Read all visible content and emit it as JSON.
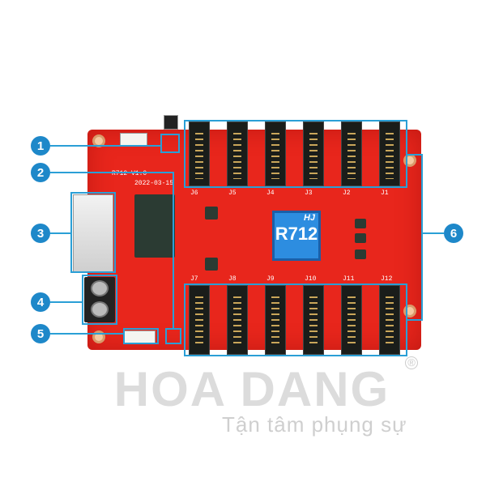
{
  "board": {
    "model_silk": "R712 V1.0",
    "date_silk": "2022-03-15",
    "chip_brand": "HJ",
    "chip_label": "R712",
    "top_connectors": [
      "J6",
      "J5",
      "J4",
      "J3",
      "J2",
      "J1"
    ],
    "bottom_connectors": [
      "J7",
      "J8",
      "J9",
      "J10",
      "J11",
      "J12"
    ]
  },
  "callouts": [
    "1",
    "2",
    "3",
    "4",
    "5",
    "6"
  ],
  "watermark": {
    "brand": "HOA DANG",
    "registered": "®",
    "slogan": "Tận tâm phụng sự"
  },
  "colors": {
    "board": "#e8261c",
    "callout": "#1e88c9",
    "chip": "#2d8de0"
  }
}
